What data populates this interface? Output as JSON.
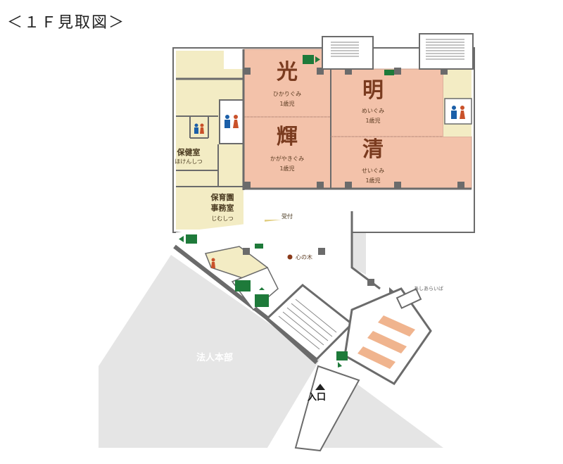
{
  "title": "＜１Ｆ見取図＞",
  "rooms": {
    "hikari": {
      "kanji": "光",
      "reading": "ひかりぐみ",
      "age": "1歳児"
    },
    "kagayaki": {
      "kanji": "輝",
      "reading": "かがやきぐみ",
      "age": "1歳児"
    },
    "mei": {
      "kanji": "明",
      "reading": "めいぐみ",
      "age": "1歳児"
    },
    "sei": {
      "kanji": "清",
      "reading": "せいぐみ",
      "age": "1歳児"
    },
    "health": {
      "name": "保健室",
      "reading": "ほけんしつ"
    },
    "office": {
      "name1": "保育園",
      "name2": "事務室",
      "reading": "じむしつ"
    },
    "reception": {
      "name": "受付"
    }
  },
  "landmarks": {
    "tree": "心の木",
    "footwash": "あしあらいば",
    "headquarters": "法人本部",
    "entrance": "入口"
  },
  "icons": [
    "exit-sign-icon",
    "restroom-icon",
    "elevator-icon",
    "wheelchair-icon",
    "entrance-arrow-icon"
  ],
  "colors": {
    "classroom": "#f3c2aa",
    "office": "#f3ecc4",
    "corridor": "#ffffff",
    "wall": "#6b6b6b",
    "outside": "#e6e6e6",
    "exit_green": "#1e7a3a",
    "restroom_blue": "#1b5fa8",
    "restroom_red": "#c9512a",
    "stripe": "#f0b48e"
  }
}
